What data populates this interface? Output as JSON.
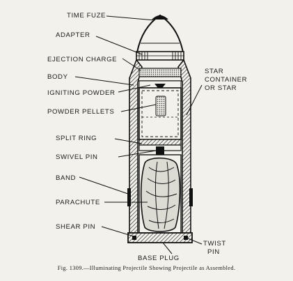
{
  "labels": {
    "time_fuze": "TIME FUZE",
    "adapter": "ADAPTER",
    "ejection_charge": "EJECTION CHARGE",
    "body": "BODY",
    "igniting_powder": "IGNITING POWDER",
    "powder_pellets": "POWDER PELLETS",
    "split_ring": "SPLIT RING",
    "swivel_pin": "SWIVEL PIN",
    "band": "BAND",
    "parachute": "PARACHUTE",
    "shear_pin": "SHEAR PIN",
    "base_plug": "BASE PLUG",
    "twist_pin_1": "TWIST",
    "twist_pin_2": "PIN",
    "star_1": "STAR",
    "star_2": "CONTAINER",
    "star_3": "OR STAR"
  },
  "caption": "Fig. 1309.—Illuminating Projectile Showing Projectile as Assembled."
}
